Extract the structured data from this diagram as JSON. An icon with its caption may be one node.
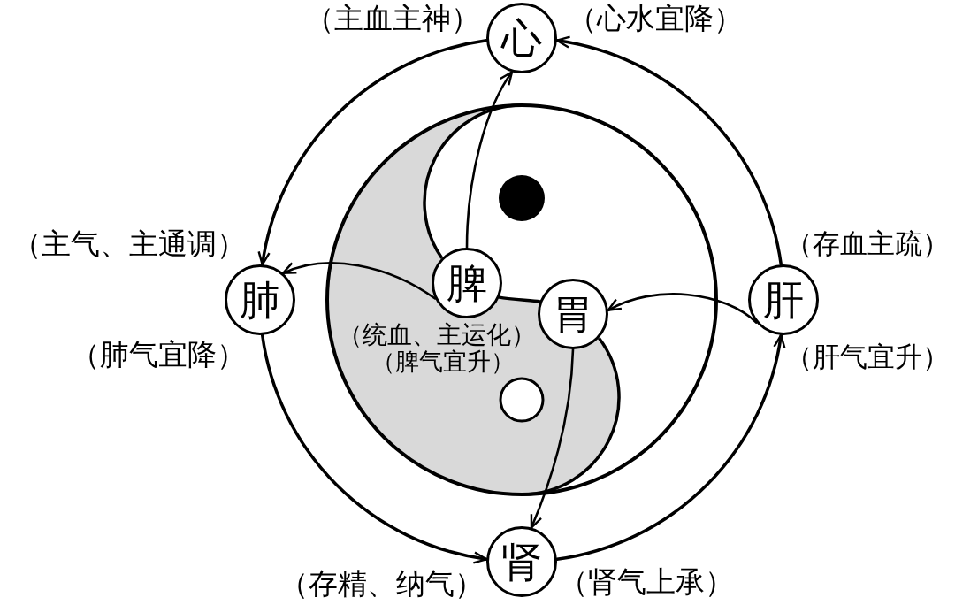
{
  "diagram": {
    "nodes": [
      {
        "text": [
          "心"
        ],
        "beside": [
          "（主血主神）",
          "（心水宜降）"
        ]
      },
      {
        "text": [
          "肺"
        ],
        "beside": [
          "（主气、主通调）",
          "（肺气宜降）"
        ]
      },
      {
        "text": [
          "脾"
        ],
        "beside": [
          "（统血、主运化）",
          "（脾气宜升）"
        ]
      },
      {
        "text": [
          "胃"
        ]
      },
      {
        "text": [
          "肝"
        ],
        "beside": [
          "（存血主疏）",
          "（肝气宜升）"
        ]
      },
      {
        "text": [
          "肾"
        ],
        "beside": [
          "（存精、纳气）",
          "（肾气上承）"
        ]
      }
    ],
    "edges": [
      {
        "from": 0,
        "to": 1,
        "arrow": "to"
      },
      {
        "from": 1,
        "to": 5,
        "arrow": "to"
      },
      {
        "from": 5,
        "to": 4,
        "arrow": "to"
      },
      {
        "from": 4,
        "to": 0,
        "arrow": "to"
      },
      {
        "from": 2,
        "to": 0,
        "arrow": "to"
      },
      {
        "from": 2,
        "to": 1,
        "arrow": "to"
      },
      {
        "from": 4,
        "to": 3,
        "arrow": "to"
      },
      {
        "from": 3,
        "to": 5,
        "arrow": "to"
      },
      {
        "from": 2,
        "to": 3,
        "arrow": "none"
      }
    ]
  }
}
